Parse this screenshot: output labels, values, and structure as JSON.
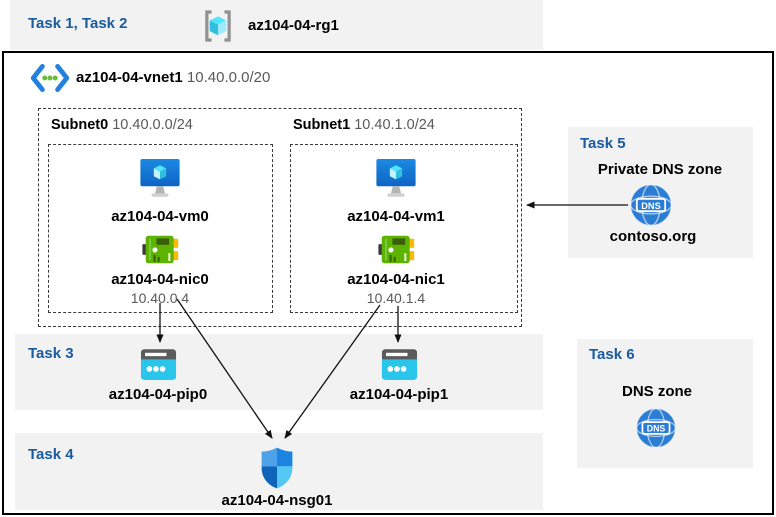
{
  "header": {
    "task_label": "Task 1, Task 2",
    "rg_name": "az104-04-rg1"
  },
  "vnet": {
    "name": "az104-04-vnet1",
    "cidr": "10.40.0.0/20"
  },
  "subnets": [
    {
      "name": "Subnet0",
      "cidr": "10.40.0.0/24",
      "vm": "az104-04-vm0",
      "nic": "az104-04-nic0",
      "ip": "10.40.0.4"
    },
    {
      "name": "Subnet1",
      "cidr": "10.40.1.0/24",
      "vm": "az104-04-vm1",
      "nic": "az104-04-nic1",
      "ip": "10.40.1.4"
    }
  ],
  "task3": {
    "label": "Task 3",
    "pips": [
      "az104-04-pip0",
      "az104-04-pip1"
    ]
  },
  "task4": {
    "label": "Task 4",
    "nsg_name": "az104-04-nsg01"
  },
  "task5": {
    "label": "Task 5",
    "title": "Private DNS zone",
    "zone_name": "contoso.org",
    "icon_text": "DNS"
  },
  "task6": {
    "label": "Task 6",
    "title": "DNS zone",
    "icon_text": "DNS"
  },
  "colors": {
    "task_text": "#1a5a9e",
    "panel_bg": "#f2f2f2",
    "cyan": "#32bedd",
    "azure_blue": "#1176d4",
    "nic_green": "#5db300",
    "dns_blue": "#2b7cd3"
  }
}
